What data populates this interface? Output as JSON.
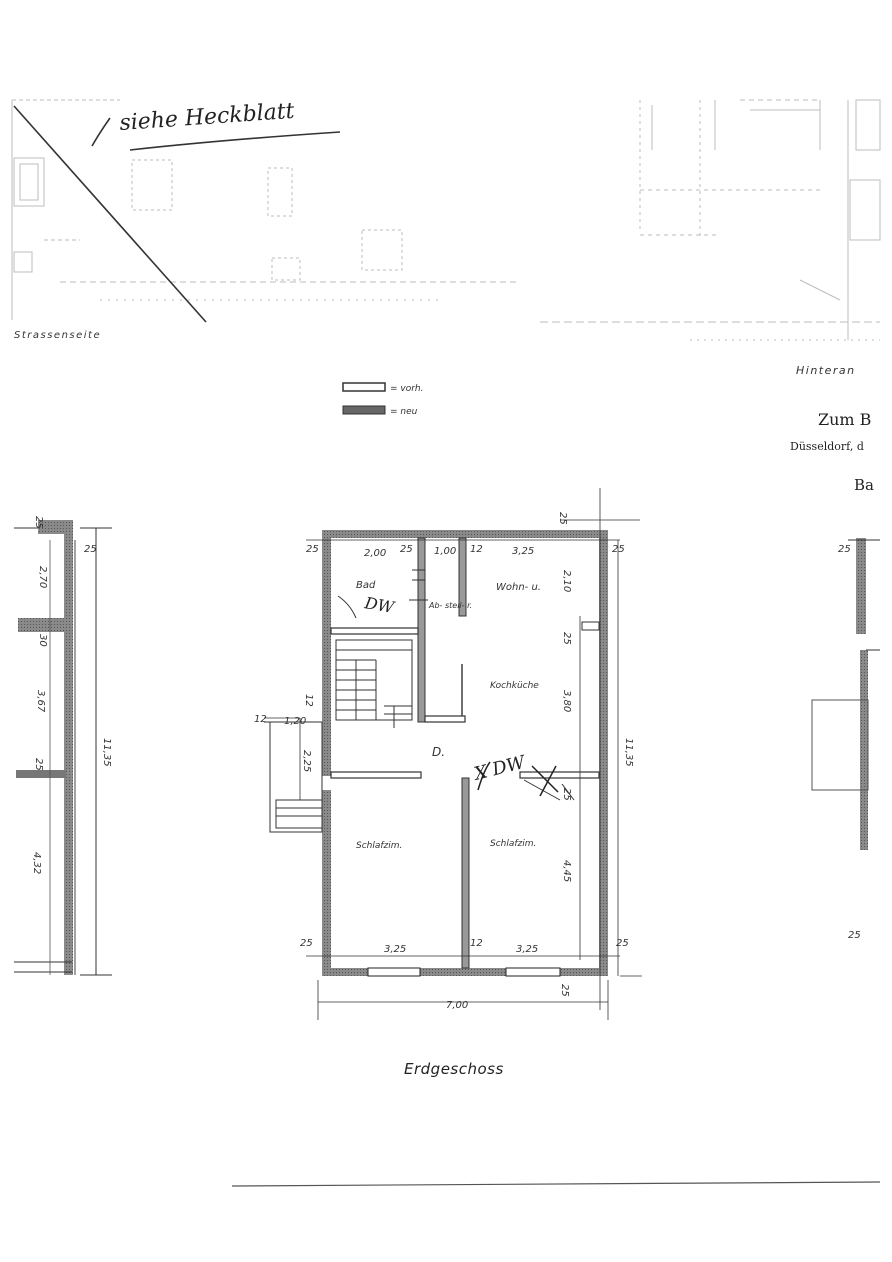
{
  "annotations": {
    "handwritten_note": "siehe Heckblatt",
    "street_side": "Strassenseite",
    "rear_side": "Hinteran",
    "legend_old": "= vorh.",
    "legend_new": "= neu",
    "header_line1": "Zum B",
    "header_line2": "Düsseldorf, d",
    "header_line3": "Ba",
    "floor_title": "Erdgeschoss",
    "corridor": "D."
  },
  "rooms": {
    "bad": "Bad",
    "abstell": "Ab- stell- r.",
    "wohn": "Wohn- u.",
    "kochkueche": "Kochküche",
    "schlaf1": "Schlafzim.",
    "schlaf2": "Schlafzim.",
    "markup1": "DW",
    "markup2": "X DW"
  },
  "dimensions": {
    "left": {
      "top": "25",
      "d270": "2,70",
      "d30": "30",
      "d367": "3,67",
      "d25b": "25",
      "d432": "4,32",
      "total": "11,35",
      "d25c": "25"
    },
    "plan": {
      "w25a": "25",
      "w200": "2,00",
      "w25b": "25",
      "w100": "1,00",
      "w12": "12",
      "w325a": "3,25",
      "w25c": "25",
      "w25top": "25",
      "h210": "2,10",
      "h25": "25",
      "h380": "3,80",
      "h445": "4,45",
      "h25b": "25",
      "left12a": "12",
      "left12b": "12",
      "left120": "1,20",
      "left225": "2,25",
      "b25a": "25",
      "b325a": "3,25",
      "b12": "12",
      "b325b": "3,25",
      "b25b": "25",
      "b25c": "25",
      "total_h": "11,35",
      "total_w": "7,00"
    },
    "right": {
      "d25a": "25",
      "d25b": "25"
    }
  }
}
